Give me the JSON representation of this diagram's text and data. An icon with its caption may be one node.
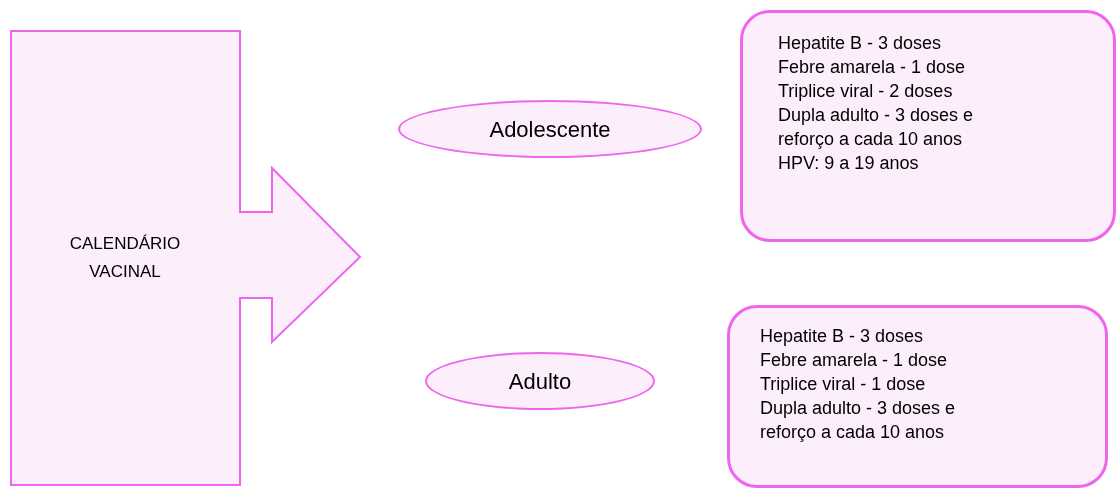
{
  "diagram": {
    "nodes": [
      {
        "text": [
          "CALENDÁRIO VACINAL"
        ]
      },
      {
        "text": [
          "Adolescente"
        ]
      },
      {
        "text": [
          "Hepatite B - 3 doses",
          "Febre amarela - 1 dose",
          "Triplice viral - 2 doses",
          "Dupla adulto - 3 doses e reforço a cada 10 anos",
          "HPV: 9 a 19 anos"
        ]
      },
      {
        "text": [
          "Adulto"
        ]
      },
      {
        "text": [
          "Hepatite B - 3 doses",
          "Febre amarela - 1 dose",
          "Triplice viral - 1 dose",
          "Dupla adulto - 3 doses e reforço a cada 10 anos"
        ]
      }
    ]
  }
}
